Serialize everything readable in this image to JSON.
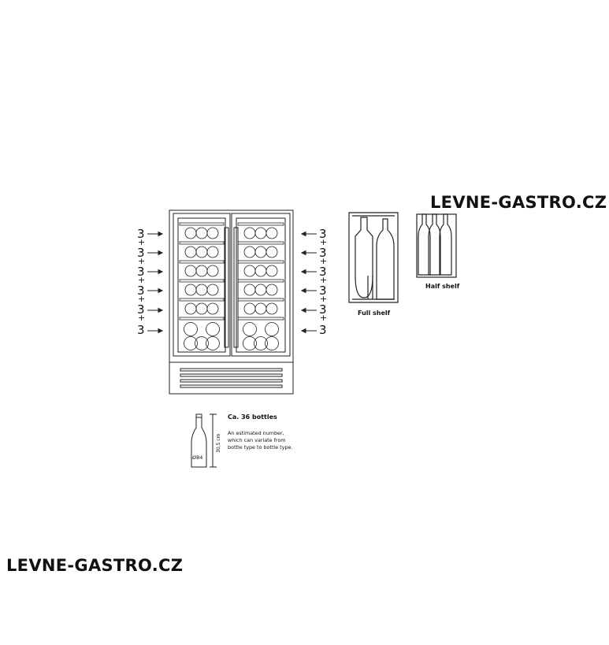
{
  "brand": {
    "top": "LEVNE-GASTRO.CZ",
    "bottom": "LEVNE-GASTRO.CZ"
  },
  "capacity": {
    "left_column": [
      "3",
      "+",
      "3",
      "+",
      "3",
      "+",
      "3",
      "+",
      "3",
      "+",
      "3"
    ],
    "right_column": [
      "3",
      "+",
      "3",
      "+",
      "3",
      "+",
      "3",
      "+",
      "3",
      "+",
      "3"
    ]
  },
  "shelves": {
    "full_label": "Full shelf",
    "half_label": "Half shelf"
  },
  "bottle": {
    "height_label": "30,5 cm",
    "diameter_label": "Ø84"
  },
  "info": {
    "title": "Ca. 36 bottles",
    "lines": [
      "An estimated number,",
      "which can variate from",
      "bottle type to bottle type."
    ]
  }
}
